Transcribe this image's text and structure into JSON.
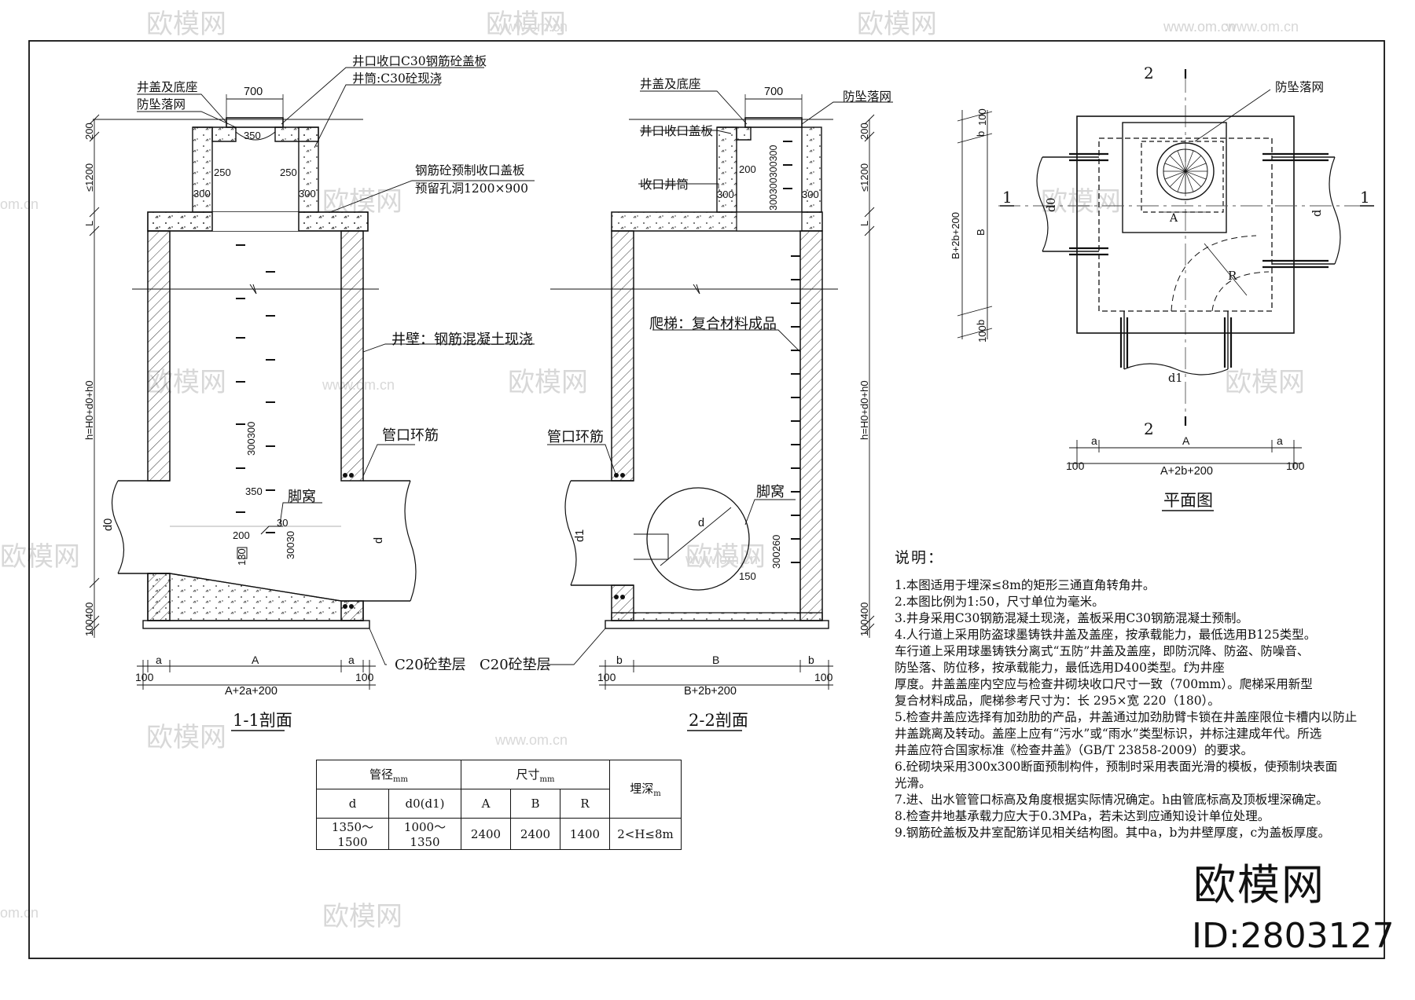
{
  "section_1_1": {
    "title": "1-1剖面",
    "labels": {
      "cover_and_base": "井盖及底座",
      "anti_fall_net": "防坠落网",
      "top_slab": "井口收口C30钢筋砼盖板",
      "shaft": "井筒:C30砼现浇",
      "precast_slab_1": "钢筋砼预制收口盖板",
      "precast_slab_2": "预留孔洞1200×900",
      "wall": "井壁：钢筋混凝土现浇",
      "pipe_ring": "管口环筋",
      "foothold": "脚窝",
      "cushion": "C20砼垫层"
    },
    "dims": {
      "top_width": "700",
      "inner_350": "350",
      "d250a": "250",
      "d250b": "250",
      "d300a": "300",
      "d300b": "300",
      "h200": "200",
      "h1200": "≤1200",
      "hL": "L",
      "h_total": "h=H0+d0+h0",
      "h_bottom": "100400",
      "step_300": "300300",
      "step_350": "350",
      "step_200": "200",
      "step_30": "30",
      "step_130": "130",
      "step_3001": "30030",
      "pipe_d0": "d0",
      "pipe_d": "d",
      "a_left": "a",
      "a_mid": "A",
      "a_right": "a",
      "b100l": "100",
      "b_total": "A+2a+200",
      "b100r": "100"
    }
  },
  "section_2_2": {
    "title": "2-2剖面",
    "labels": {
      "cover_and_base": "井盖及底座",
      "anti_fall_net": "防坠落网",
      "top_slab": "井口收口盖板",
      "shaft": "收口井筒",
      "ladder": "爬梯：复合材料成品",
      "pipe_ring": "管口环筋",
      "foothold": "脚窝",
      "cushion": "C20砼垫层"
    },
    "dims": {
      "top_width": "700",
      "h200": "200",
      "h1200": "≤1200",
      "hL": "L",
      "h_total": "h=H0+d0+h0",
      "h_bottom": "100400",
      "d200": "200",
      "d300a": "300",
      "d300b": "300",
      "ladder_dims": "300300300300",
      "pipe_d1": "d1",
      "pipe_d": "d",
      "step_260": "300260",
      "step_150": "150",
      "b_left": "b",
      "b_mid": "B",
      "b_right": "b",
      "b100l": "100",
      "b_total": "B+2b+200",
      "b100r": "100"
    }
  },
  "plan": {
    "title": "平面图",
    "labels": {
      "anti_fall_net": "防坠落网",
      "cut2_top": "2",
      "cut2_bottom": "2",
      "cut1_left": "1",
      "cut1_right": "1",
      "d0": "d0",
      "d": "d",
      "d1": "d1",
      "A_inner": "A",
      "R": "R"
    },
    "dims": {
      "v100t": "100",
      "vb_t": "b",
      "v_total": "B+2b+200",
      "v_B": "B",
      "vb_b": "b",
      "v100b": "100",
      "h_a_l": "a",
      "h_A": "A",
      "h_a_r": "a",
      "h100l": "100",
      "h_total": "A+2b+200",
      "h100r": "100"
    }
  },
  "notes": {
    "heading": "说明：",
    "lines": [
      "1.本图适用于埋深≤8m的矩形三通直角转角井。",
      "2.本图比例为1:50，尺寸单位为毫米。",
      "3.井身采用C30钢筋混凝土现浇，盖板采用C30钢筋混凝土预制。",
      "4.人行道上采用防盗球墨铸铁井盖及盖座，按承载能力，最低选用B125类型。",
      "车行道上采用球墨铸铁分离式“五防”井盖及盖座，即防沉降、防盗、防噪音、",
      "防坠落、防位移，按承载能力，最低选用D400类型。f为井座",
      "厚度。井盖盖座内空应与检查井砌块收口尺寸一致（700mm）。爬梯采用新型",
      "复合材料成品，爬梯参考尺寸为：长 295×宽 220（180）。",
      "5.检查井盖应选择有加劲肋的产品，井盖通过加劲肋臂卡锁在井盖座限位卡槽内以防止",
      "井盖跳离及转动。盖座上应有“污水”或“雨水”类型标识，并标注建成年代。所选",
      "井盖应符合国家标准《检查井盖》（GB/T 23858-2009）的要求。",
      "6.砼砌块采用300x300断面预制构件，预制时采用表面光滑的模板，使预制块表面",
      "光滑。",
      "7.进、出水管管口标高及角度根据实际情况确定。h由管底标高及顶板埋深确定。",
      "8.检查井地基承载力应大于0.3MPa，若未达到应通知设计单位处理。",
      "9.钢筋砼盖板及井室配筋详见相关结构图。其中a，b为井壁厚度，c为盖板厚度。"
    ]
  },
  "table": {
    "h_pipe": "管径",
    "h_pipe_unit": "mm",
    "h_size": "尺寸",
    "h_size_unit": "mm",
    "h_depth": "埋深",
    "h_depth_unit": "m",
    "c_d": "d",
    "c_d0": "d0(d1)",
    "c_A": "A",
    "c_B": "B",
    "c_R": "R",
    "r_d": "1350～1500",
    "r_d0": "1000～1350",
    "r_A": "2400",
    "r_B": "2400",
    "r_R": "1400",
    "r_depth": "2<H≤8m"
  },
  "watermark": {
    "brand": "欧模网",
    "site": "www.om.cn",
    "site_short": "om.cn",
    "big_brand": "欧模网",
    "id": "ID:2803127"
  }
}
